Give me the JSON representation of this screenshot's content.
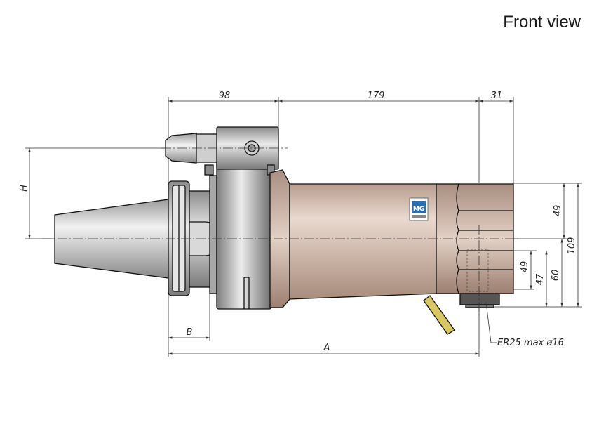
{
  "title": "Front view",
  "dimensions": {
    "d98": "98",
    "d179": "179",
    "d31": "31",
    "h": "H",
    "b": "B",
    "a": "A",
    "d49_top": "49",
    "d109": "109",
    "d49_low": "49",
    "d47": "47",
    "d60": "60"
  },
  "callout": "ER25 max ø16",
  "logo_text": "MG",
  "colors": {
    "body": "#d2b9aa",
    "steel": "#c8c8c8",
    "dark_steel": "#8f8f8f",
    "line": "#111111"
  }
}
